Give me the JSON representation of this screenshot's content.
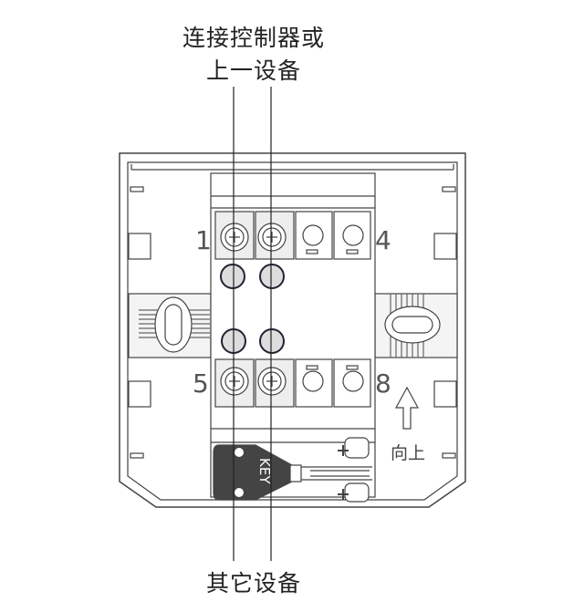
{
  "labels": {
    "top_line1": "连接控制器或",
    "top_line2": "上一设备",
    "bottom": "其它设备",
    "terminal_1": "1",
    "terminal_4": "4",
    "terminal_5": "5",
    "terminal_8": "8",
    "up_direction": "向上",
    "key": "KEY"
  },
  "colors": {
    "line": "#333333",
    "fill": "#e6e6e6",
    "key": "#444444"
  }
}
